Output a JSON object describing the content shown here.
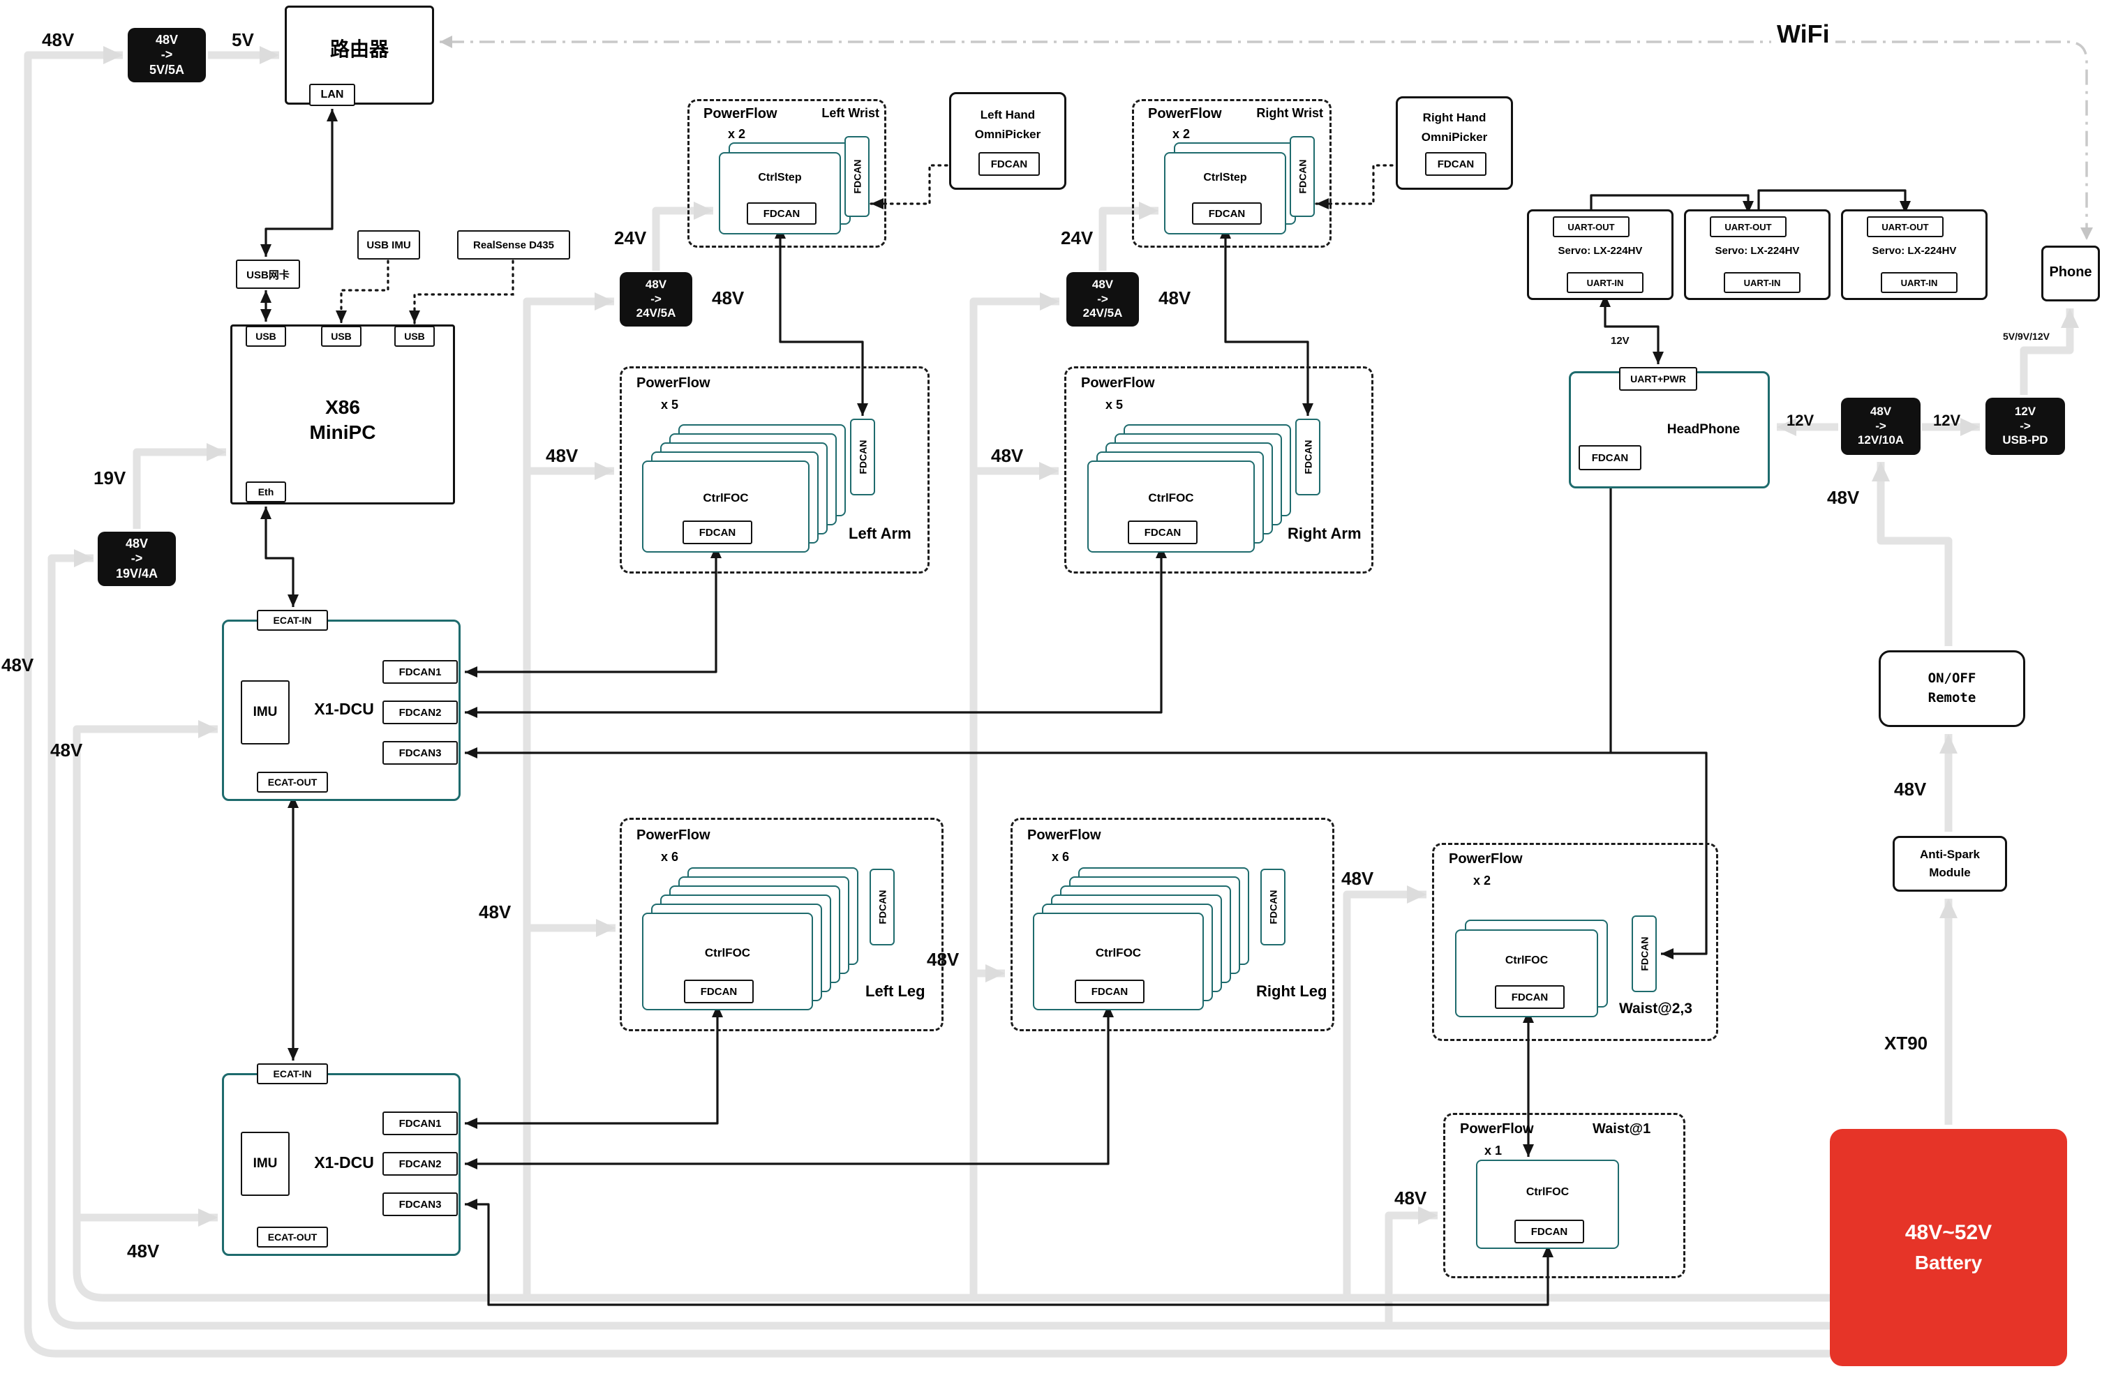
{
  "wifi_label": "WiFi",
  "volts": {
    "v48": "48V",
    "v5": "5V",
    "v19": "19V",
    "v24": "24V",
    "v12": "12V",
    "v5912": "5V/9V/12V",
    "xt90": "XT90"
  },
  "router": {
    "title": "路由器",
    "lan": "LAN"
  },
  "conv": {
    "to5": {
      "in": "48V",
      "arrow": "->",
      "out": "5V/5A"
    },
    "to19": {
      "in": "48V",
      "arrow": "->",
      "out": "19V/4A"
    },
    "to24": {
      "in": "48V",
      "arrow": "->",
      "out": "24V/5A"
    },
    "to12": {
      "in": "48V",
      "arrow": "->",
      "out": "12V/10A"
    },
    "usbpd": {
      "in": "12V",
      "arrow": "->",
      "out": "USB-PD"
    }
  },
  "pc": {
    "line1": "X86",
    "line2": "MiniPC",
    "usb": "USB",
    "eth": "Eth"
  },
  "peripherals": {
    "usb_nic": "USB网卡",
    "usb_imu": "USB IMU",
    "realsense": "RealSense D435"
  },
  "dcu": {
    "title": "X1-DCU",
    "imu": "IMU",
    "ecat_in": "ECAT-IN",
    "ecat_out": "ECAT-OUT",
    "fdcan1": "FDCAN1",
    "fdcan2": "FDCAN2",
    "fdcan3": "FDCAN3"
  },
  "powerflow": {
    "title": "PowerFlow",
    "fdcan": "FDCAN",
    "ctrlfoc": "CtrlFOC",
    "ctrlstep": "CtrlStep",
    "left_wrist": {
      "count": "x 2",
      "name": "Left Wrist"
    },
    "right_wrist": {
      "count": "x 2",
      "name": "Right Wrist"
    },
    "left_arm": {
      "count": "x 5",
      "name": "Left Arm"
    },
    "right_arm": {
      "count": "x 5",
      "name": "Right Arm"
    },
    "left_leg": {
      "count": "x 6",
      "name": "Left Leg"
    },
    "right_leg": {
      "count": "x 6",
      "name": "Right Leg"
    },
    "waist23": {
      "count": "x 2",
      "name": "Waist@2,3"
    },
    "waist1": {
      "count": "x 1",
      "name": "Waist@1"
    }
  },
  "hands": {
    "fdcan": "FDCAN",
    "left": {
      "line1": "Left Hand",
      "line2": "OmniPicker"
    },
    "right": {
      "line1": "Right Hand",
      "line2": "OmniPicker"
    }
  },
  "servo": {
    "uart_out": "UART-OUT",
    "name": "Servo: LX-224HV",
    "uart_in": "UART-IN"
  },
  "headphone": {
    "uart_pwr": "UART+PWR",
    "title": "HeadPhone",
    "fdcan": "FDCAN"
  },
  "phone_label": "Phone",
  "remote": {
    "line1": "ON/OFF",
    "line2": "Remote"
  },
  "antispark": {
    "line1": "Anti-Spark",
    "line2": "Module"
  },
  "battery": {
    "line1": "48V~52V",
    "line2": "Battery"
  },
  "colors": {
    "teal": "#1e6b6d",
    "power_gray": "#e3e3e3",
    "battery_red": "#e63428"
  }
}
